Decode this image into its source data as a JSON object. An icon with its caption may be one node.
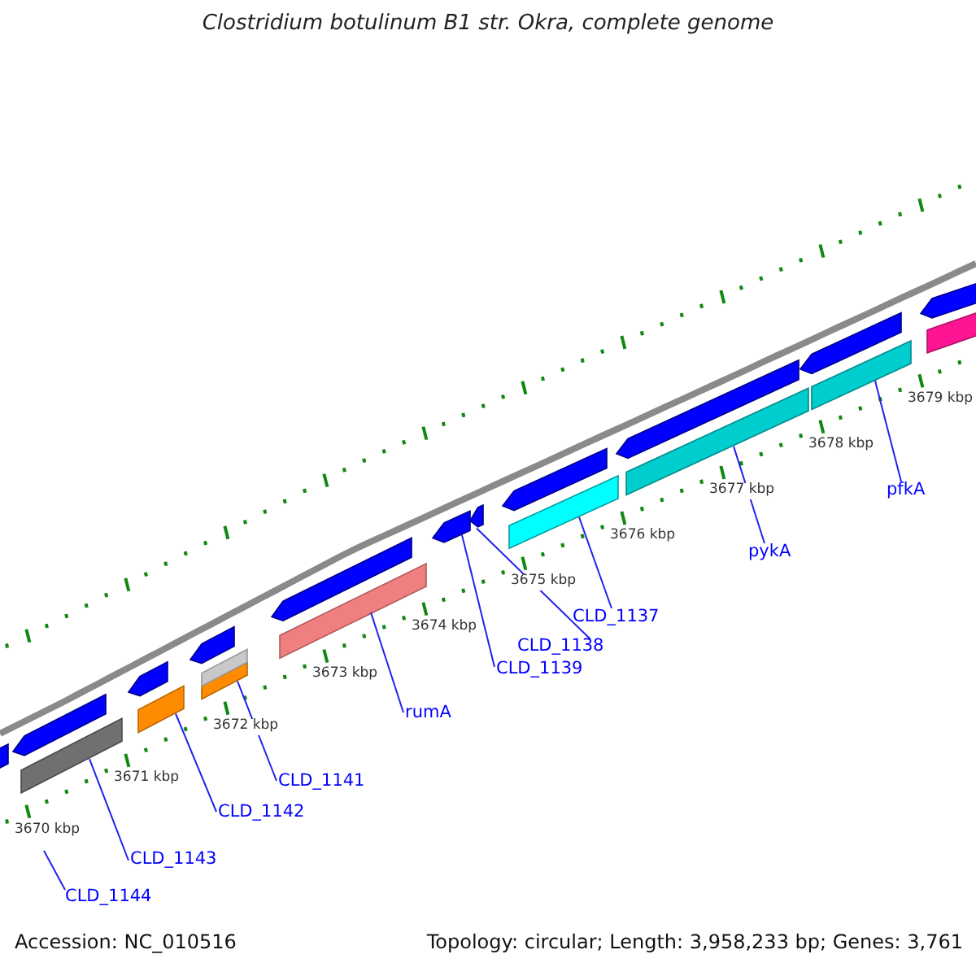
{
  "diagram": {
    "title": "Clostridium botulinum B1 str. Okra, complete genome",
    "nodes": [
      {
        "text": [],
        "shape": "bar"
      },
      {
        "text": [],
        "shape": "bar"
      },
      {
        "text": [],
        "shape": "bar"
      },
      {
        "text": [],
        "shape": "bar"
      },
      {
        "text": [],
        "shape": "bar"
      },
      {
        "text": [],
        "shape": "bar"
      },
      {
        "text": [],
        "shape": "bar"
      },
      {
        "text": [],
        "shape": "bar"
      },
      {
        "text": [],
        "shape": "bar"
      },
      {
        "text": [
          "CLD_1144"
        ]
      },
      {
        "text": [
          "CLD_1143"
        ]
      },
      {
        "text": [
          "CLD_1142"
        ]
      },
      {
        "text": [
          "CLD_1141"
        ]
      },
      {
        "text": [
          "rumA"
        ]
      },
      {
        "text": [
          "CLD_1139"
        ]
      },
      {
        "text": [
          "CLD_1138"
        ]
      },
      {
        "text": [
          "CLD_1137"
        ]
      },
      {
        "text": [
          "pykA"
        ]
      },
      {
        "text": [
          "pfkA"
        ]
      },
      {
        "text": [],
        "shape": "bar"
      },
      {
        "text": [],
        "shape": "bar"
      },
      {
        "text": [],
        "shape": "bar"
      },
      {
        "text": [],
        "shape": "bar"
      },
      {
        "text": [],
        "shape": "bar"
      },
      {
        "text": [],
        "shape": "bar"
      },
      {
        "text": [],
        "shape": "bar"
      },
      {
        "text": [],
        "shape": "bar"
      },
      {
        "text": [],
        "shape": "bar"
      },
      {
        "text": [],
        "shape": "bar"
      },
      {
        "text": [],
        "shape": "bar"
      }
    ],
    "edges": [
      {
        "from": 9,
        "to": null,
        "arrow": "none"
      },
      {
        "from": 10,
        "to": 0,
        "arrow": "none"
      },
      {
        "from": 11,
        "to": 1,
        "arrow": "none"
      },
      {
        "from": 12,
        "to": 2,
        "arrow": "none"
      },
      {
        "from": 13,
        "to": 3,
        "arrow": "none"
      },
      {
        "from": 14,
        "to": 4,
        "arrow": "none"
      },
      {
        "from": 15,
        "to": 5,
        "arrow": "none"
      },
      {
        "from": 16,
        "to": 6,
        "arrow": "none"
      },
      {
        "from": 17,
        "to": 7,
        "arrow": "none"
      },
      {
        "from": 18,
        "to": 8,
        "arrow": "none"
      }
    ],
    "labels": [
      "3670 kbp",
      "3671 kbp",
      "3672 kbp",
      "3673 kbp",
      "3674 kbp",
      "3675 kbp",
      "3676 kbp",
      "3677 kbp",
      "3678 kbp",
      "3679 kbp",
      "Accession: NC_010516",
      "Topology: circular; Length: 3,958,233 bp; Genes: 3,761"
    ]
  }
}
